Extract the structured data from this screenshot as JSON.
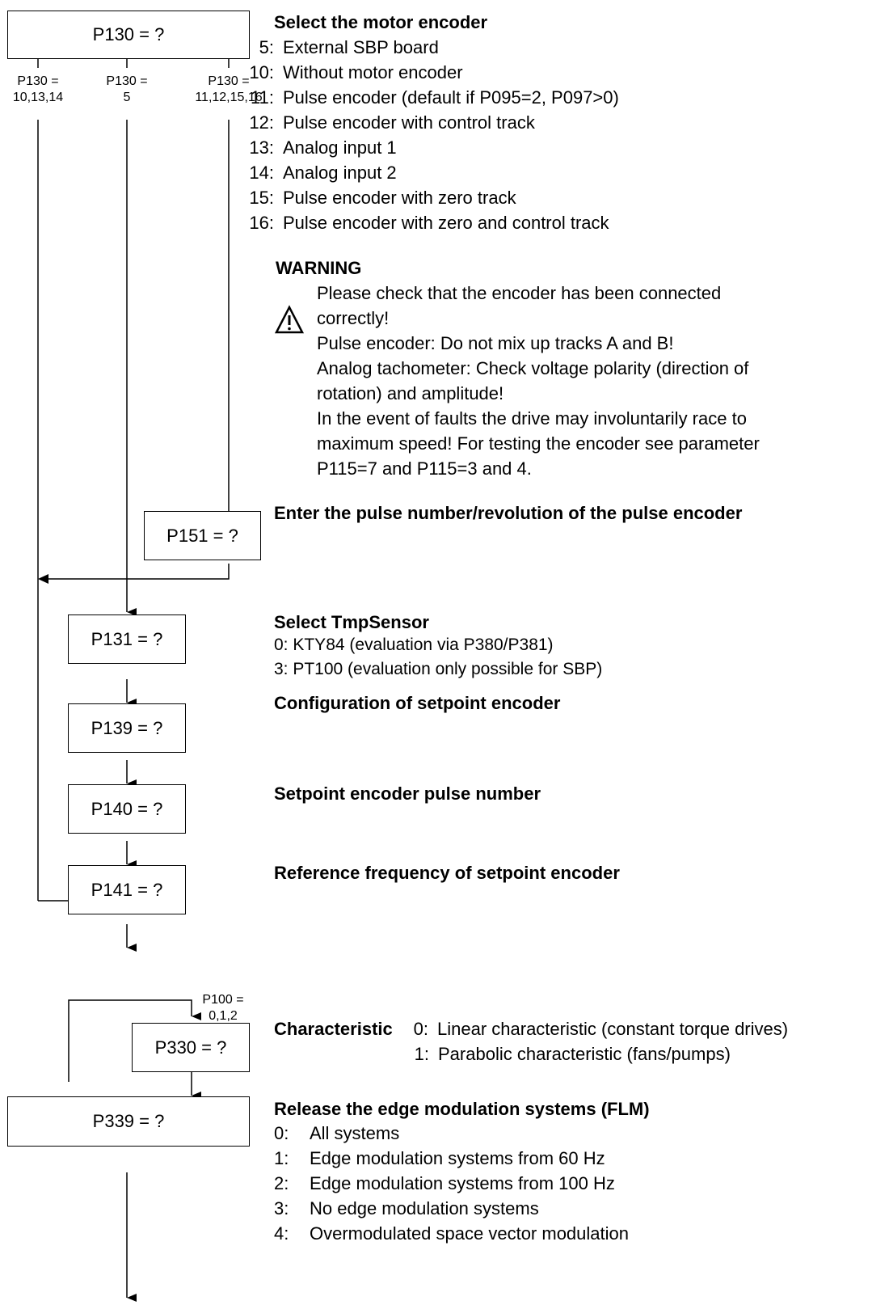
{
  "boxes": {
    "p130": "P130 = ?",
    "p151": "P151 = ?",
    "p131": "P131 = ?",
    "p139": "P139 = ?",
    "p140": "P140 = ?",
    "p141": "P141 = ?",
    "p330": "P330 = ?",
    "p339": "P339 = ?"
  },
  "branches": {
    "left": {
      "line1": "P130 =",
      "line2": "10,13,14"
    },
    "mid": {
      "line1": "P130 =",
      "line2": "5"
    },
    "right": {
      "line1": "P130 =",
      "line2": "11,12,15,16"
    },
    "p100": {
      "line1": "P100 =",
      "line2": "0,1,2"
    }
  },
  "motor_encoder": {
    "title": "Select the motor encoder",
    "options": [
      {
        "num": "5:",
        "text": "External SBP board"
      },
      {
        "num": "10:",
        "text": "Without motor encoder"
      },
      {
        "num": "11:",
        "text": "Pulse encoder (default if P095=2, P097>0)"
      },
      {
        "num": "12:",
        "text": "Pulse encoder with control track"
      },
      {
        "num": "13:",
        "text": "Analog input 1"
      },
      {
        "num": "14:",
        "text": "Analog input 2"
      },
      {
        "num": "15:",
        "text": "Pulse encoder with zero track"
      },
      {
        "num": "16:",
        "text": "Pulse encoder with zero and control track"
      }
    ]
  },
  "warning": {
    "title": "WARNING",
    "lines": [
      "Please check that the encoder has been connected",
      "correctly!",
      "Pulse encoder:  Do not mix up tracks A and B!",
      "Analog tachometer: Check voltage polarity (direction of",
      "rotation) and amplitude!",
      "In the event of faults the drive may involuntarily race to",
      "maximum speed! For testing the encoder see parameter",
      "P115=7 and P115=3 and 4."
    ]
  },
  "pulse_number": {
    "title": "Enter the pulse number/revolution of the pulse encoder"
  },
  "tmp_sensor": {
    "title": "Select TmpSensor",
    "options": [
      "0: KTY84 (evaluation via P380/P381)",
      "3: PT100 (evaluation only possible for SBP)"
    ]
  },
  "setpoint_config": {
    "title": "Configuration of setpoint encoder"
  },
  "setpoint_pulse": {
    "title": "Setpoint encoder pulse number"
  },
  "setpoint_ref": {
    "title": "Reference frequency of setpoint encoder"
  },
  "characteristic": {
    "title": "Characteristic",
    "options": [
      {
        "num": "0:",
        "text": "Linear characteristic (constant torque drives)"
      },
      {
        "num": "1:",
        "text": "Parabolic characteristic (fans/pumps)"
      }
    ]
  },
  "flm": {
    "title": "Release the edge modulation systems (FLM)",
    "options": [
      {
        "num": "0:",
        "text": "All systems"
      },
      {
        "num": "1:",
        "text": "Edge modulation systems from 60 Hz"
      },
      {
        "num": "2:",
        "text": "Edge modulation systems from 100 Hz"
      },
      {
        "num": "3:",
        "text": "No edge modulation systems"
      },
      {
        "num": "4:",
        "text": "Overmodulated space vector modulation"
      }
    ]
  }
}
